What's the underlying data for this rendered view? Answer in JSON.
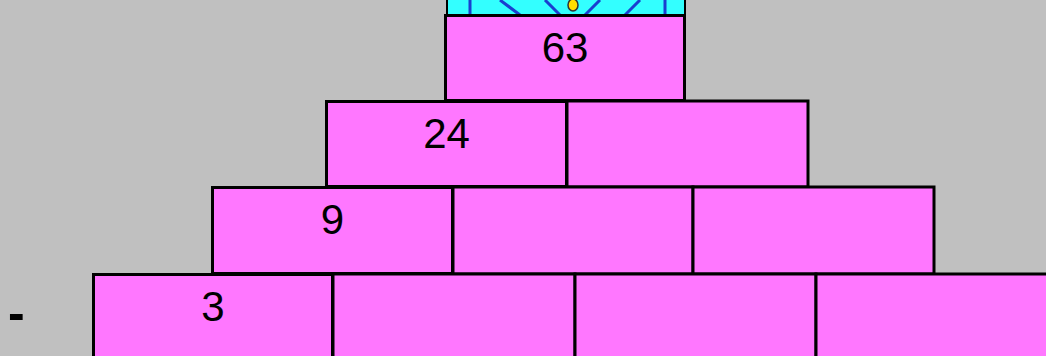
{
  "diagram": {
    "nodes": [
      {
        "text": [
          "63"
        ]
      },
      {
        "text": [
          "24"
        ]
      },
      {
        "text": [
          "9"
        ]
      },
      {
        "text": [
          "3"
        ]
      }
    ],
    "labels": [
      "-"
    ]
  }
}
